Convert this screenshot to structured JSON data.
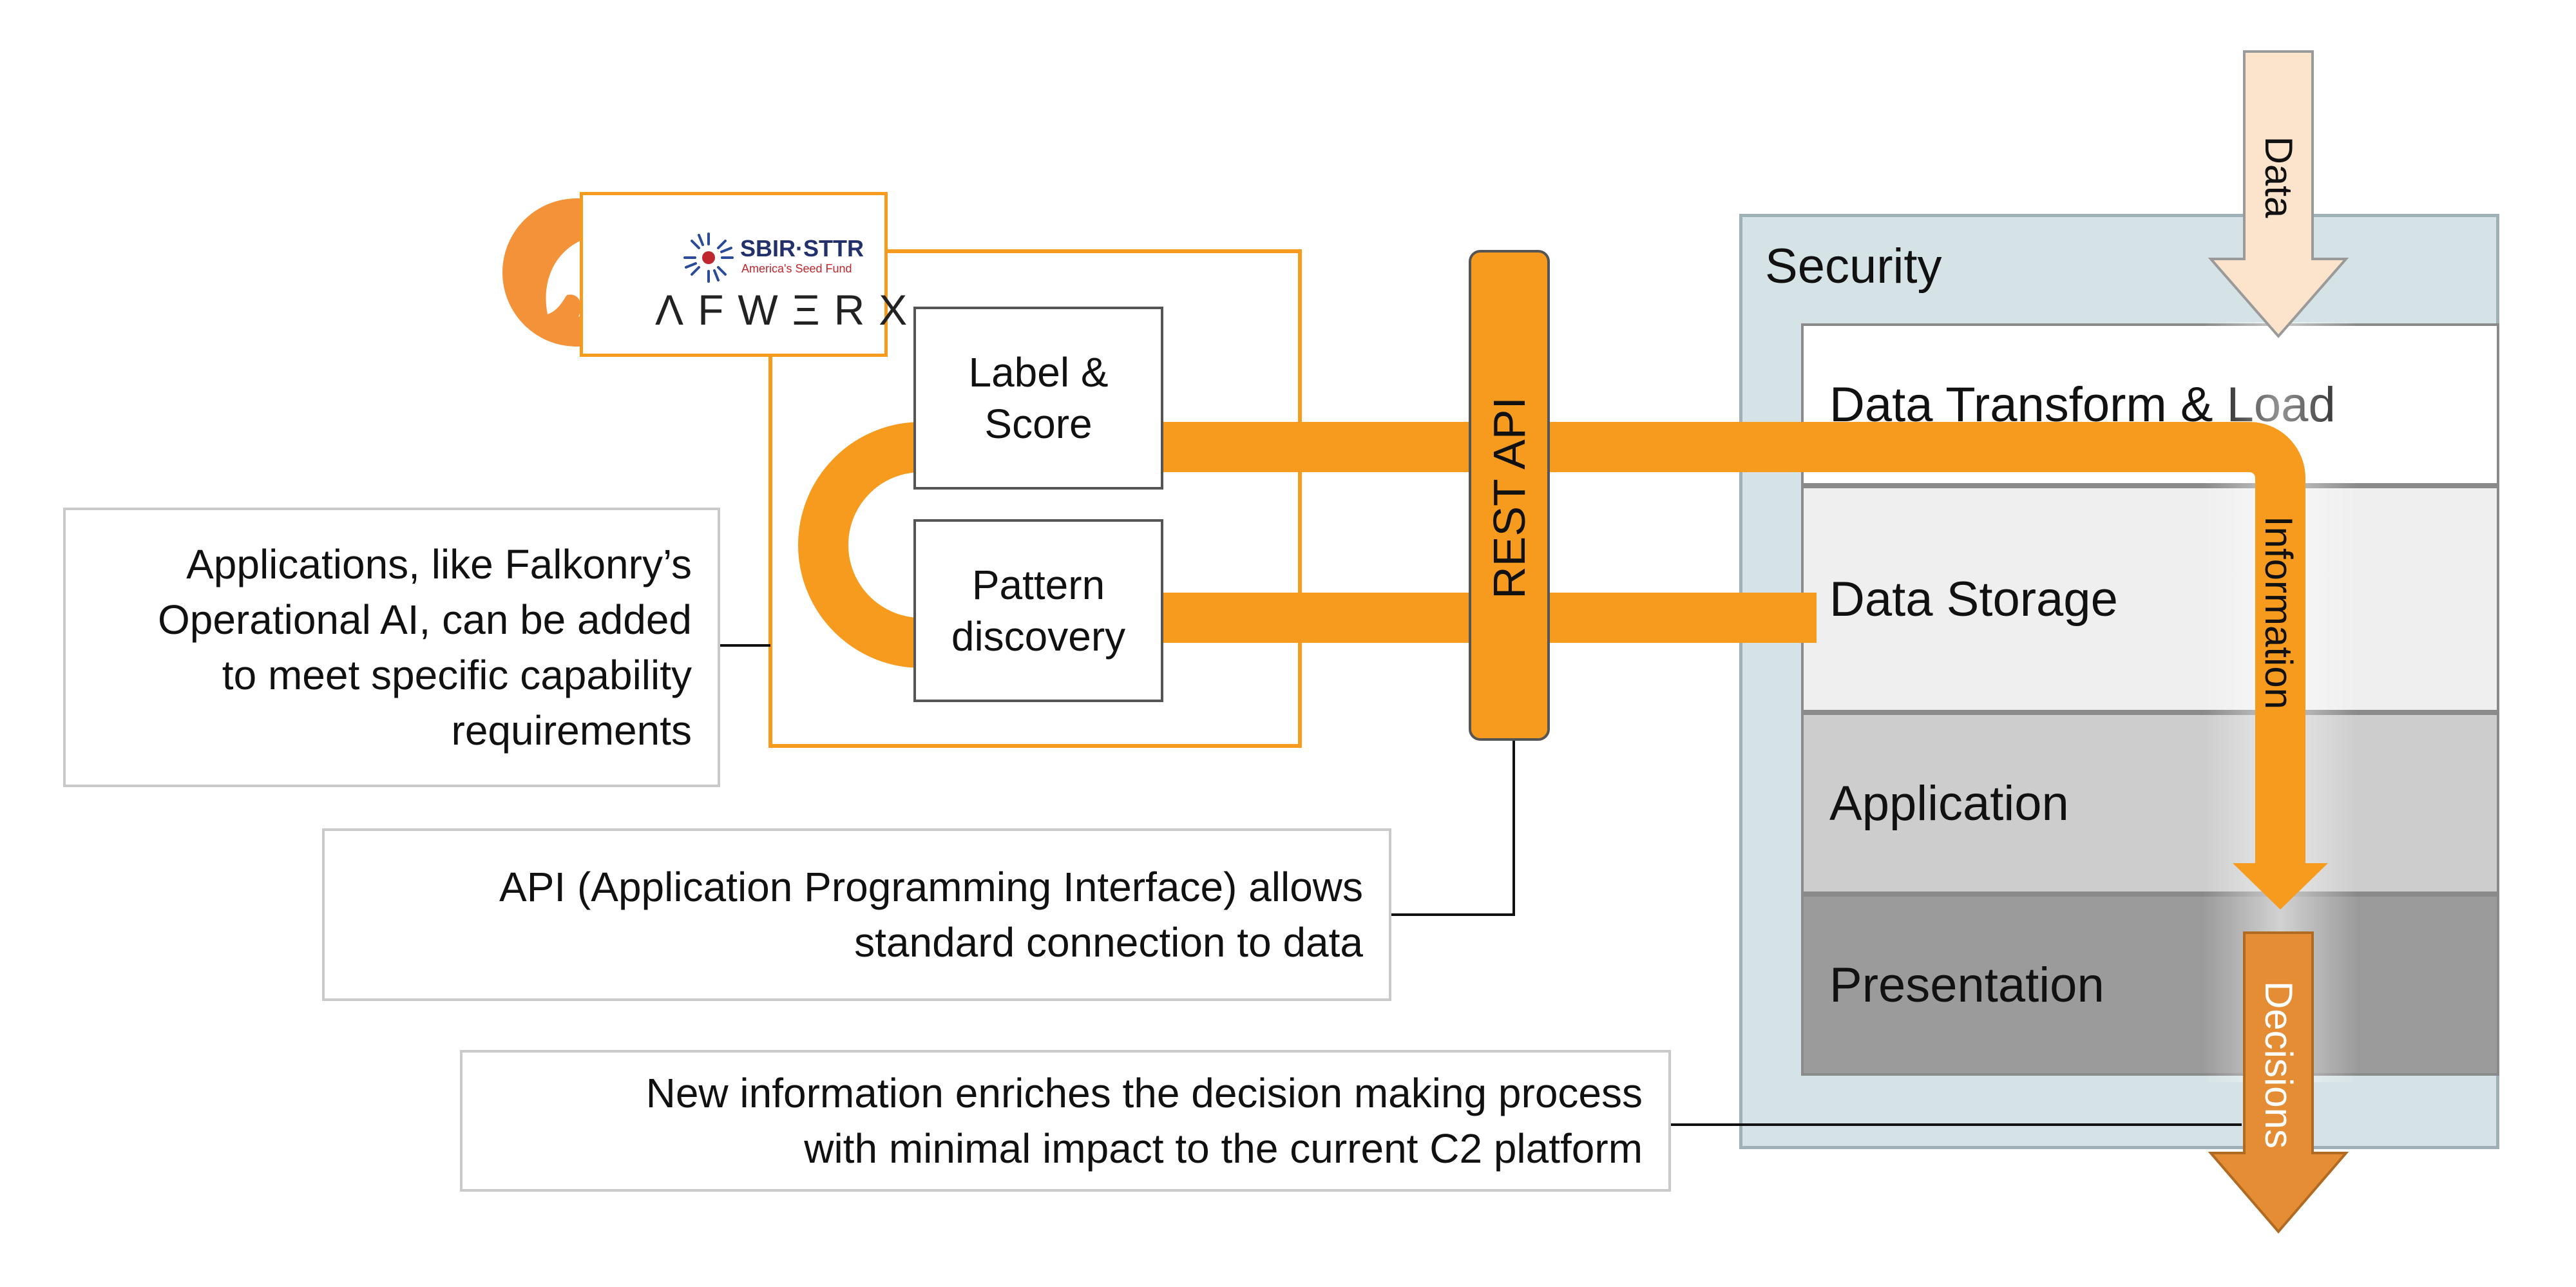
{
  "callouts": {
    "applications": [
      "Applications, like Falkonry’s",
      "Operational AI, can be added",
      "to meet specific capability",
      "requirements"
    ],
    "api": [
      "API (Application Programming Interface) allows",
      "standard connection to data"
    ],
    "decision": [
      "New information enriches the decision making process",
      "with minimal impact to the current C2 platform"
    ]
  },
  "modules": {
    "label_score": [
      "Label &",
      "Score"
    ],
    "pattern_discovery": [
      "Pattern",
      "discovery"
    ]
  },
  "rest_api": "REST API",
  "logo": {
    "sbir_sttr": "SBIR·STTR",
    "tagline": "America's Seed Fund",
    "afwerx": "ΛFWΞRX"
  },
  "security": {
    "title": "Security",
    "layers": [
      "Data Transform & Load",
      "Data Storage",
      "Application",
      "Presentation"
    ]
  },
  "flow_labels": {
    "data": "Data",
    "information": "Information",
    "decisions": "Decisions"
  },
  "colors": {
    "orange": "#F79B1E",
    "orange_dark": "#E58D35",
    "security_fill": "#D6E3E6",
    "security_border": "#9FB1B6",
    "data_arrow": "#FCE4CC",
    "layer_transform": "#FFFFFF",
    "layer_storage": "#EFEFEF",
    "layer_application": "#CDCDCD",
    "layer_presentation": "#9B9B9B"
  }
}
